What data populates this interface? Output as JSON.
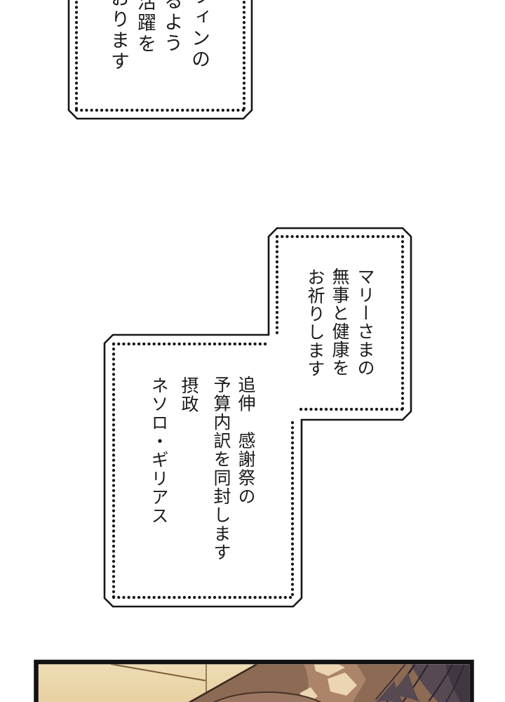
{
  "page": {
    "background": "#ffffff"
  },
  "letters": {
    "top": {
      "columns": [
        "ウィンの",
        "るよう",
        "活躍を",
        "おります"
      ]
    },
    "middle": {
      "columns": [
        "マリーさまの",
        "無事と健康を",
        "お祈りします"
      ]
    },
    "postscript": {
      "columns": [
        "追伸　感謝祭の",
        "予算内訳を同封します",
        "摂政",
        "ネソロ・ギリアス"
      ]
    }
  },
  "colors": {
    "ink": "#1b1b1b",
    "border_black": "#161616",
    "panel_border": "#121212",
    "wall_beige": "#eedcb4",
    "wall_beige_dark": "#e6cfa0",
    "wall_line": "#7d5c36",
    "hair_brown": "#8c6a53",
    "hair_mid": "#ab846a",
    "hair_highlight": "#ecd5b2",
    "face_brown": "#9b7660",
    "hair_dark": "#564952",
    "hair_darker": "#403743",
    "hair_strand": "#2a232c",
    "head_outline": "#37281f"
  }
}
